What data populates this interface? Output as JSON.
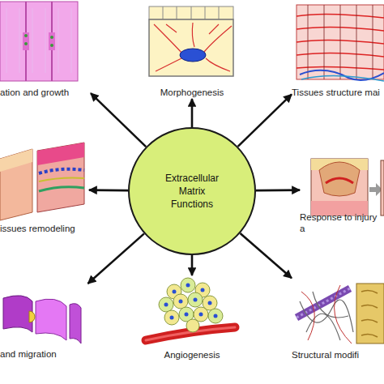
{
  "diagram": {
    "nodes": [
      {
        "text": [
          "Extracellular Matrix Functions"
        ]
      },
      {
        "text": [
          "ation and growth"
        ]
      },
      {
        "text": [
          "Morphogenesis"
        ]
      },
      {
        "text": [
          "Tissues structure mai"
        ]
      },
      {
        "text": [
          "issues remodeling"
        ]
      },
      {
        "text": [
          "Response to injury a"
        ]
      },
      {
        "text": [
          "and migration"
        ]
      },
      {
        "text": [
          "Angiogenesis"
        ]
      },
      {
        "text": [
          "Structural modifi"
        ]
      }
    ],
    "edges": [
      {
        "from": 0,
        "to": 1,
        "arrow": "to"
      },
      {
        "from": 0,
        "to": 2,
        "arrow": "to"
      },
      {
        "from": 0,
        "to": 3,
        "arrow": "to"
      },
      {
        "from": 0,
        "to": 4,
        "arrow": "to"
      },
      {
        "from": 0,
        "to": 5,
        "arrow": "to"
      },
      {
        "from": 0,
        "to": 6,
        "arrow": "to"
      },
      {
        "from": 0,
        "to": 7,
        "arrow": "to"
      },
      {
        "from": 0,
        "to": 8,
        "arrow": "to"
      }
    ]
  }
}
